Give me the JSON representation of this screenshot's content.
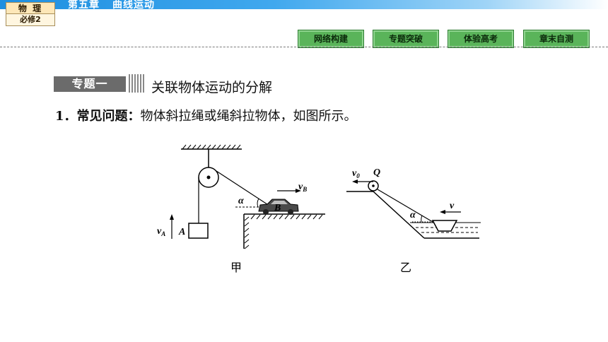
{
  "header": {
    "subject": "物 理",
    "volume": "必修2",
    "chapter": "第五章",
    "chapter_title": "曲线运动"
  },
  "nav": [
    {
      "label": "网络构建"
    },
    {
      "label": "专题突破"
    },
    {
      "label": "体验高考"
    },
    {
      "label": "章末自测"
    }
  ],
  "section": {
    "tag": "专题一",
    "title": "关联物体运动的分解"
  },
  "point1": {
    "num": "1．",
    "heading": "常见问题：",
    "text": "物体斜拉绳或绳斜拉物体，如图所示。"
  },
  "figure_jia": {
    "caption": "甲",
    "label_alpha": "α",
    "label_B": "B",
    "label_vB": "v",
    "label_vB_sub": "B",
    "label_A": "A",
    "label_vA": "v",
    "label_vA_sub": "A"
  },
  "figure_yi": {
    "caption": "乙",
    "label_v0": "v",
    "label_v0_sub": "0",
    "label_Q": "Q",
    "label_alpha": "α",
    "label_v": "v"
  }
}
